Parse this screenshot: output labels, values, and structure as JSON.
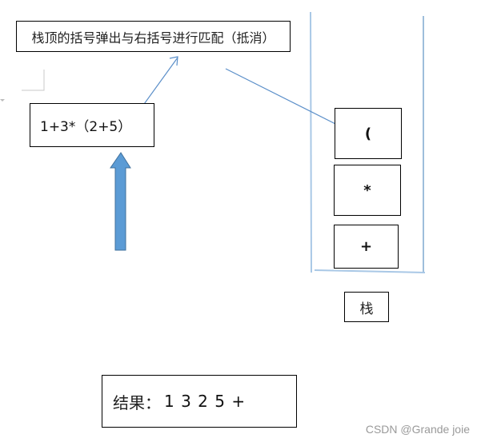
{
  "title_box": {
    "text": "栈顶的括号弹出与右括号进行匹配（抵消）"
  },
  "expression_box": {
    "text": "1+3*（2+5）"
  },
  "stack": {
    "label": "栈",
    "items": [
      {
        "symbol": "(",
        "position": "top"
      },
      {
        "symbol": "*",
        "position": "middle"
      },
      {
        "symbol": "+",
        "position": "bottom"
      }
    ]
  },
  "result_box": {
    "label": "结果：",
    "value": "1 3 2 5 +"
  },
  "watermark": "CSDN @Grande joie",
  "colors": {
    "arrow_line": "#5b8fc9",
    "block_arrow_fill": "#5b9bd5",
    "block_arrow_stroke": "#41719c",
    "stack_border": "#9dbfe0",
    "box_border": "#000000",
    "watermark": "#9a9a9a"
  }
}
